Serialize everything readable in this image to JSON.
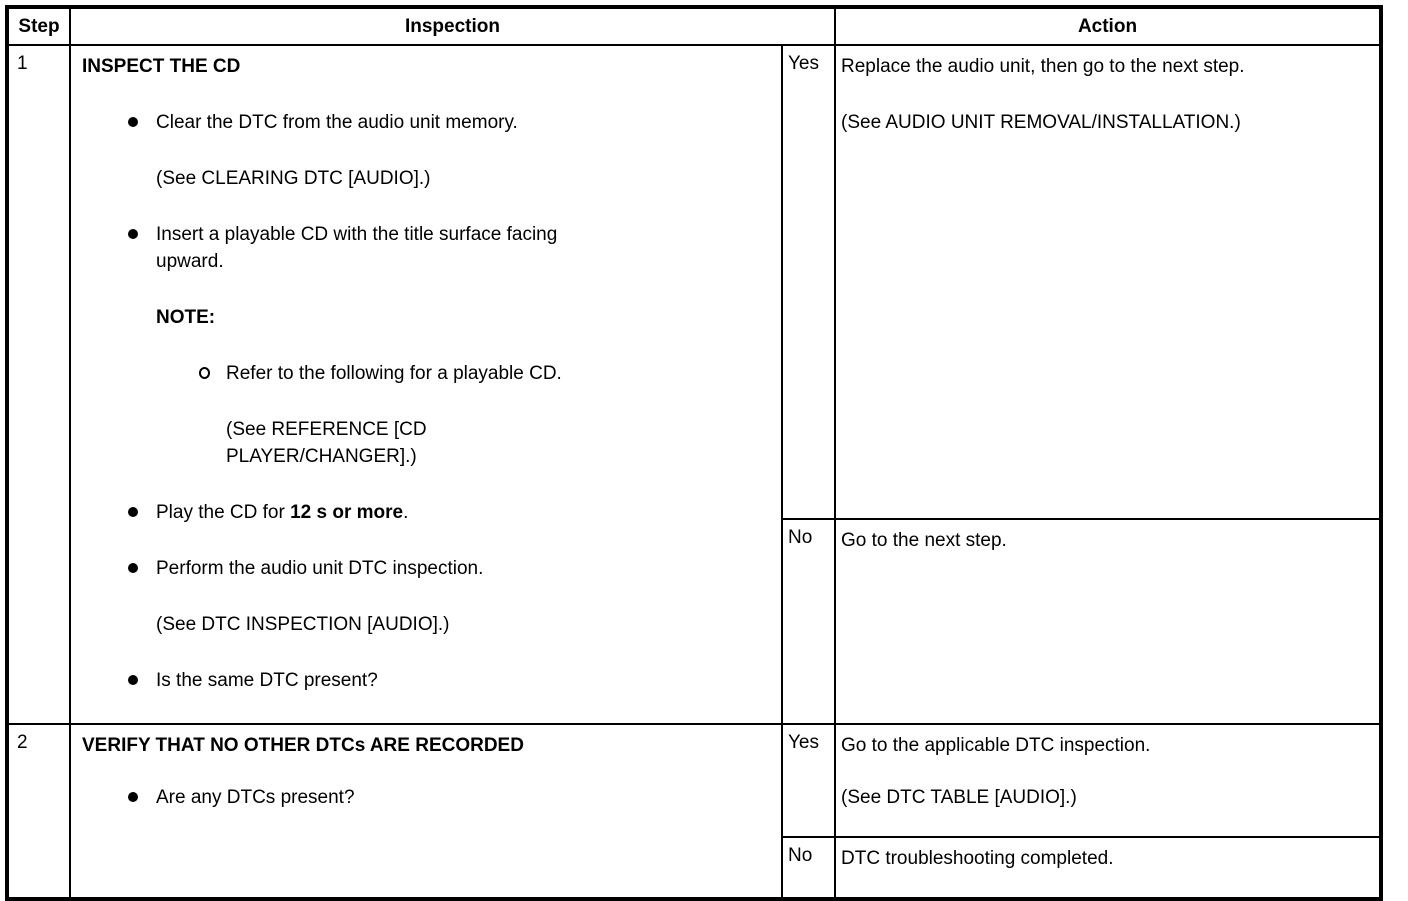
{
  "colors": {
    "text": "#000000",
    "background": "#ffffff",
    "border": "#000000"
  },
  "table": {
    "headers": {
      "step": "Step",
      "inspection": "Inspection",
      "action": "Action"
    },
    "rows": [
      {
        "step": "1",
        "inspection": {
          "title": "INSPECT THE CD",
          "bullet_clear": "Clear the DTC from the audio unit memory.",
          "see_clearing": "(See CLEARING DTC [AUDIO].)",
          "bullet_insert_line1": "Insert a playable CD with the title surface facing",
          "bullet_insert_line2": "upward.",
          "note_label": "NOTE:",
          "sub_bullet_refer": "Refer to the following for a playable CD.",
          "see_reference_line1": "(See REFERENCE [CD",
          "see_reference_line2": "PLAYER/CHANGER].)",
          "bullet_play_prefix": "Play the CD for ",
          "bullet_play_bold": "12 s or more",
          "bullet_play_suffix": ".",
          "bullet_perform": "Perform the audio unit DTC inspection.",
          "see_dtc_inspection": "(See DTC INSPECTION [AUDIO].)",
          "bullet_same_dtc": "Is the same DTC present?"
        },
        "yes": {
          "label": "Yes",
          "action_line1": "Replace the audio unit, then go to the next step.",
          "action_see": "(See AUDIO UNIT REMOVAL/INSTALLATION.)"
        },
        "no": {
          "label": "No",
          "action_line1": "Go to the next step."
        }
      },
      {
        "step": "2",
        "inspection": {
          "title": "VERIFY THAT NO OTHER DTCs ARE RECORDED",
          "bullet_any_dtc": "Are any DTCs present?"
        },
        "yes": {
          "label": "Yes",
          "action_line1": "Go to the applicable DTC inspection.",
          "action_see": "(See DTC TABLE [AUDIO].)"
        },
        "no": {
          "label": "No",
          "action_line1": "DTC troubleshooting completed."
        }
      }
    ]
  }
}
